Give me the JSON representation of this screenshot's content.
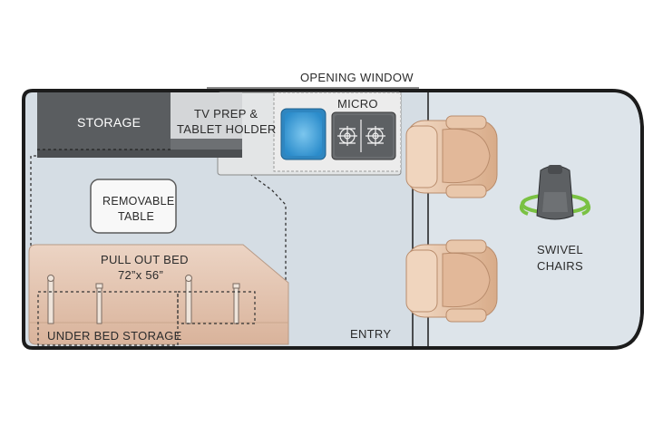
{
  "labels": {
    "opening_window": "OPENING WINDOW",
    "storage": "STORAGE",
    "tv_prep_line1": "TV PREP &",
    "tv_prep_line2": "TABLET HOLDER",
    "micro": "MICRO",
    "removable_table_line1": "REMOVABLE",
    "removable_table_line2": "TABLE",
    "pull_out_bed_line1": "PULL OUT BED",
    "pull_out_bed_line2": "72”x 56”",
    "under_bed_storage": "UNDER BED STORAGE",
    "entry": "ENTRY",
    "swivel_line1": "SWIVEL",
    "swivel_line2": "CHAIRS"
  },
  "icons": {
    "sink": "sink-icon",
    "cooktop": "cooktop-icon",
    "seat": "cab-seat-icon",
    "swivel": "swivel-chair-icon"
  },
  "colors": {
    "floor": "#d5dde4",
    "outline": "#1c1c1c",
    "storage": "#5a5d60",
    "counter": "#e6e6e6",
    "sink": "#3d9ed6",
    "bed": "#e4c7b4",
    "seat": "#e9c9ad",
    "swivel_ring": "#7ac143"
  }
}
